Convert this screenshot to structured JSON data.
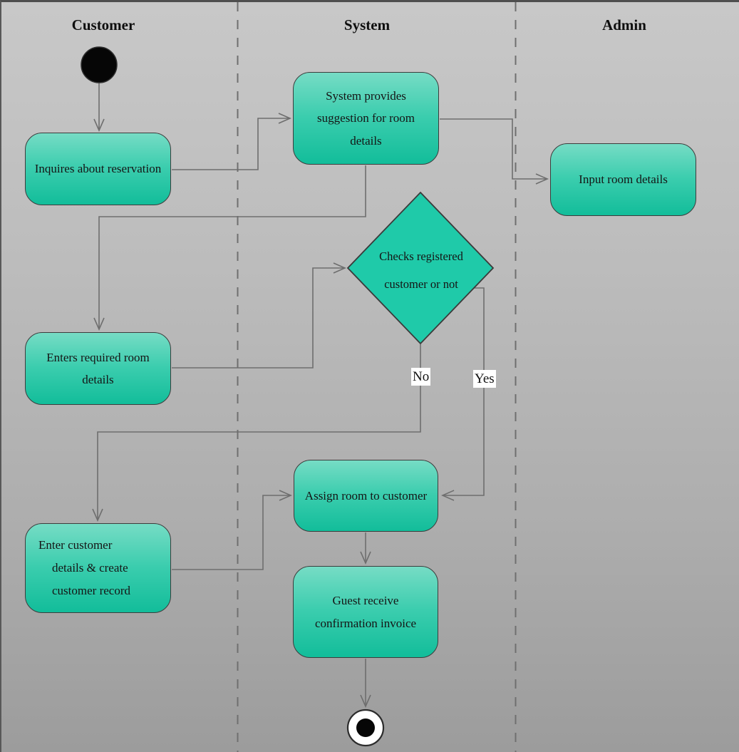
{
  "diagram": {
    "type": "uml-activity-swimlane",
    "lanes": [
      {
        "label": "Customer"
      },
      {
        "label": "System"
      },
      {
        "label": "Admin"
      }
    ],
    "nodes": {
      "start": {
        "shape": "initial-node"
      },
      "inquires": {
        "label": "Inquires about reservation"
      },
      "suggestion": {
        "label": "System provides suggestion for room details"
      },
      "input_room": {
        "label": "Input room details"
      },
      "decision": {
        "line1": "Checks registered",
        "line2": "customer or not"
      },
      "enters_room": {
        "label": "Enters required room details"
      },
      "enter_customer": {
        "line1": "Enter customer",
        "line2": "details & create",
        "line3": "customer record"
      },
      "assign": {
        "label": "Assign room to customer"
      },
      "invoice": {
        "label": "Guest receive confirmation invoice"
      },
      "end": {
        "shape": "final-node"
      }
    },
    "edge_labels": {
      "no": "No",
      "yes": "Yes"
    },
    "colors": {
      "node_fill_top": "#76dcc5",
      "node_fill_bottom": "#12bd9a",
      "decision_fill": "#1fcaa9",
      "node_border": "#3c3c3c",
      "connector": "#6e6e6e",
      "lane_divider": "#6f6f6f",
      "background_top": "#c8c8c8",
      "background_bottom": "#9c9c9c",
      "start_node_fill": "#060606",
      "end_node_inner_fill": "#060606",
      "end_node_ring_fill": "#ffffff"
    }
  }
}
